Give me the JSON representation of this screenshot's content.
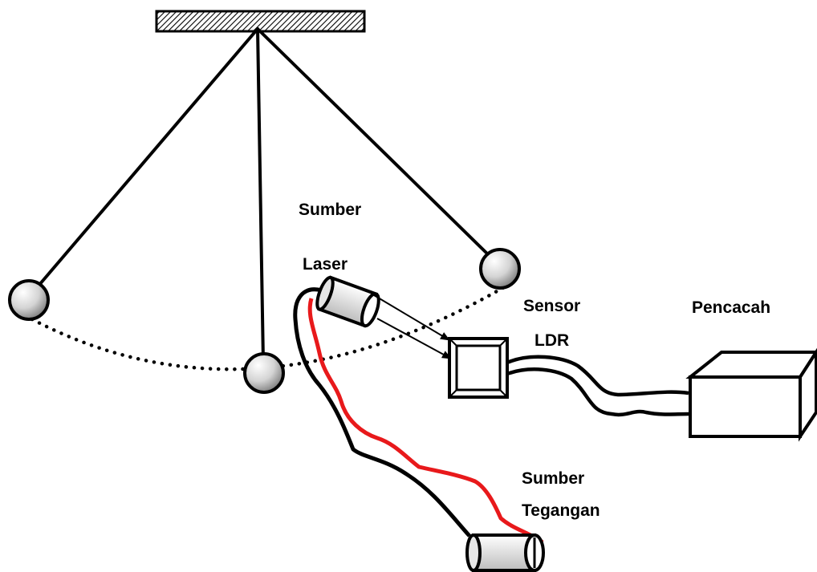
{
  "labels": {
    "laser_line1": "Sumber",
    "laser_line2": "Laser",
    "sensor_line1": "Sensor",
    "sensor_line2": "LDR",
    "counter": "Pencacah",
    "voltage_line1": "Sumber",
    "voltage_line2": "Tegangan"
  },
  "colors": {
    "stroke": "#000000",
    "wire_red": "#e8191b",
    "bob_fill_light": "#ffffff",
    "bob_fill_dark": "#8a8a8a"
  }
}
